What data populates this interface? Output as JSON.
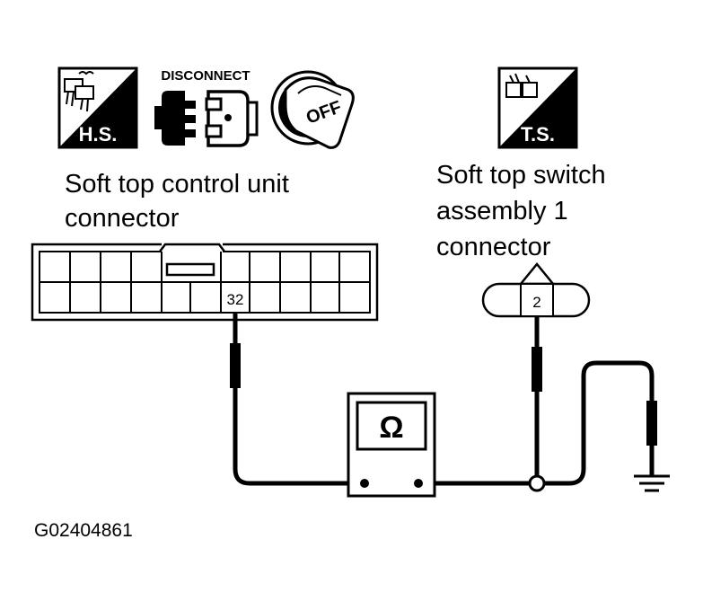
{
  "icons": {
    "harness_side": {
      "name": "harness-side-icon",
      "text": "H.S."
    },
    "disconnect": {
      "name": "disconnect-connector-icon",
      "text": "DISCONNECT"
    },
    "ignition_off": {
      "name": "ignition-key-off-icon",
      "text": "OFF"
    },
    "terminal_side": {
      "name": "terminal-side-icon",
      "text": "T.S."
    },
    "ohmmeter": {
      "name": "ohmmeter-icon",
      "symbol": "Ω"
    },
    "ground": {
      "name": "ground-symbol-icon"
    }
  },
  "connectors": {
    "control_unit": {
      "label_line1": "Soft top control unit",
      "label_line2": "connector",
      "pin": "32"
    },
    "switch_assembly": {
      "label_line1": "Soft top switch",
      "label_line2": "assembly 1",
      "label_line3": "connector",
      "pin": "2"
    }
  },
  "figure_code": "G02404861",
  "colors": {
    "ink": "#000000",
    "paper": "#ffffff"
  }
}
